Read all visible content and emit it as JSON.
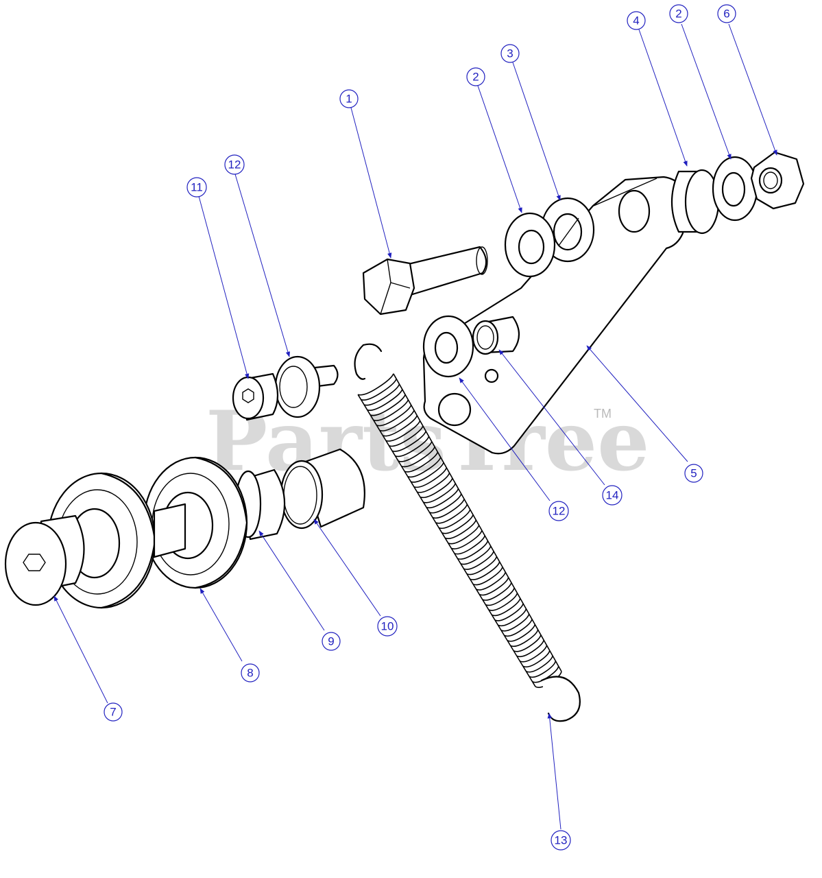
{
  "watermark": {
    "text": "PartsTree",
    "trademark": "TM"
  },
  "callouts": [
    {
      "id": "c1",
      "label": "1"
    },
    {
      "id": "c2a",
      "label": "2"
    },
    {
      "id": "c3",
      "label": "3"
    },
    {
      "id": "c4",
      "label": "4"
    },
    {
      "id": "c2b",
      "label": "2"
    },
    {
      "id": "c6",
      "label": "6"
    },
    {
      "id": "c12a",
      "label": "12"
    },
    {
      "id": "c11",
      "label": "11"
    },
    {
      "id": "c5",
      "label": "5"
    },
    {
      "id": "c14",
      "label": "14"
    },
    {
      "id": "c12b",
      "label": "12"
    },
    {
      "id": "c10",
      "label": "10"
    },
    {
      "id": "c9",
      "label": "9"
    },
    {
      "id": "c8",
      "label": "8"
    },
    {
      "id": "c7",
      "label": "7"
    },
    {
      "id": "c13",
      "label": "13"
    }
  ],
  "colors": {
    "line": "#000000",
    "callout": "#1f1fbf",
    "watermark": "#b9b9b9"
  }
}
